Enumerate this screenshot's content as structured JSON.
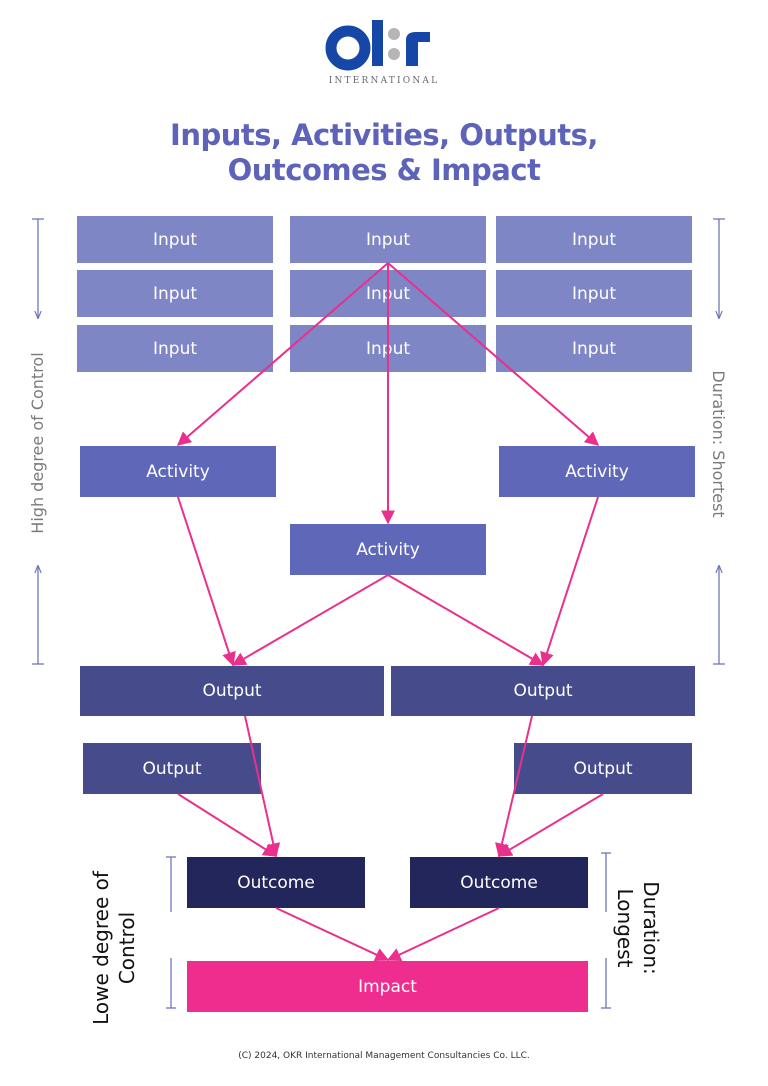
{
  "logo": {
    "wordmark": "okr",
    "subtitle": "INTERNATIONAL",
    "colors": {
      "primary": "#1747a6",
      "dots": "#b5b5b5"
    }
  },
  "title": {
    "line1": "Inputs, Activities, Outputs,",
    "line2": "Outcomes & Impact"
  },
  "labels": {
    "input": "Input",
    "activity": "Activity",
    "output": "Output",
    "outcome": "Outcome",
    "impact": "Impact"
  },
  "side_labels": {
    "high_control": "High degree of Control",
    "duration_shortest": "Duration:  Shortest",
    "low_control_line1": "Lowe degree of",
    "low_control_line2": "Control",
    "duration_longest_line1": "Duration:",
    "duration_longest_line2": "Longest"
  },
  "footer": "(C) 2024, OKR International Management Consultancies Co. LLC.",
  "colors": {
    "title": "#5c63b8",
    "input": "#7f86c6",
    "activity": "#5f67b8",
    "output": "#464b8c",
    "outcome": "#22265a",
    "impact": "#ef2d8e",
    "arrow": "#e8308c",
    "bracket": "#6f76b8"
  }
}
